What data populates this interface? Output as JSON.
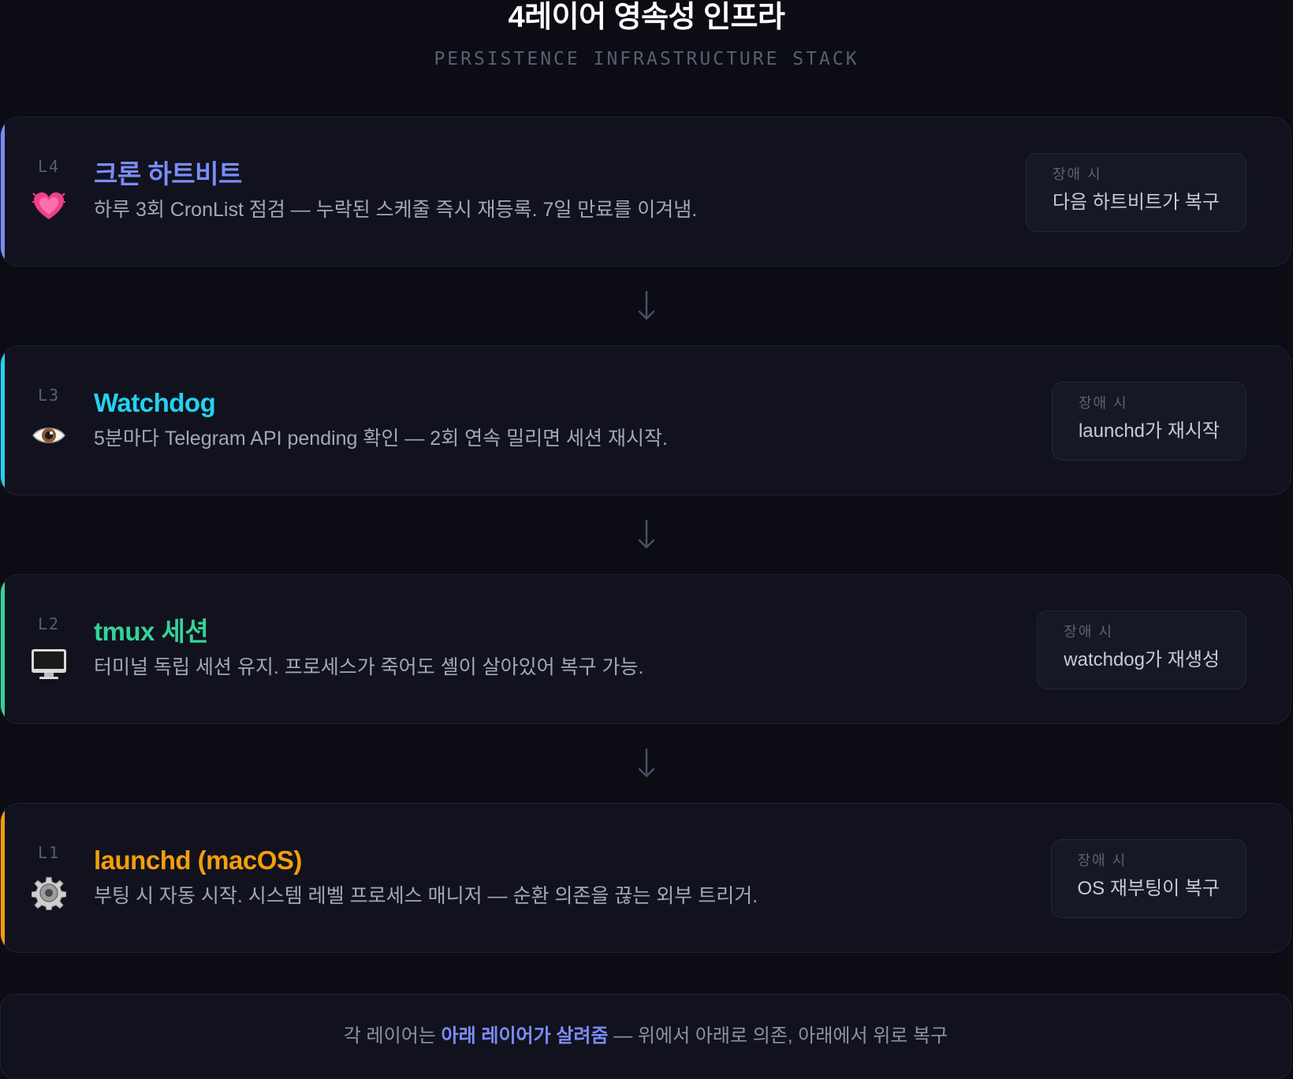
{
  "header": {
    "title": "4레이어 영속성 인프라",
    "subtitle": "PERSISTENCE INFRASTRUCTURE STACK"
  },
  "layers": [
    {
      "level": "L4",
      "icon": "heart-icon",
      "name": "크론 하트비트",
      "description": "하루 3회 CronList 점검 — 누락된 스케줄 즉시 재등록. 7일 만료를 이겨냄.",
      "fail_label": "장애 시",
      "fail_value": "다음 하트비트가 복구",
      "color": "#7b8cf8"
    },
    {
      "level": "L3",
      "icon": "eye-icon",
      "name": "Watchdog",
      "description": "5분마다 Telegram API pending 확인 — 2회 연속 밀리면 세션 재시작.",
      "fail_label": "장애 시",
      "fail_value": "launchd가 재시작",
      "color": "#22d3ee"
    },
    {
      "level": "L2",
      "icon": "monitor-icon",
      "name": "tmux 세션",
      "description": "터미널 독립 세션 유지. 프로세스가 죽어도 셸이 살아있어 복구 가능.",
      "fail_label": "장애 시",
      "fail_value": "watchdog가 재생성",
      "color": "#34d399"
    },
    {
      "level": "L1",
      "icon": "gear-icon",
      "name": "launchd (macOS)",
      "description": "부팅 시 자동 시작. 시스템 레벨 프로세스 매니저 — 순환 의존을 끊는 외부 트리거.",
      "fail_label": "장애 시",
      "fail_value": "OS 재부팅이 복구",
      "color": "#f59e0b"
    }
  ],
  "footer": {
    "prefix": "각 레이어는 ",
    "highlight": "아래 레이어가 살려줌",
    "suffix": " — 위에서 아래로 의존, 아래에서 위로 복구",
    "highlight_color": "#7b8cf8"
  }
}
